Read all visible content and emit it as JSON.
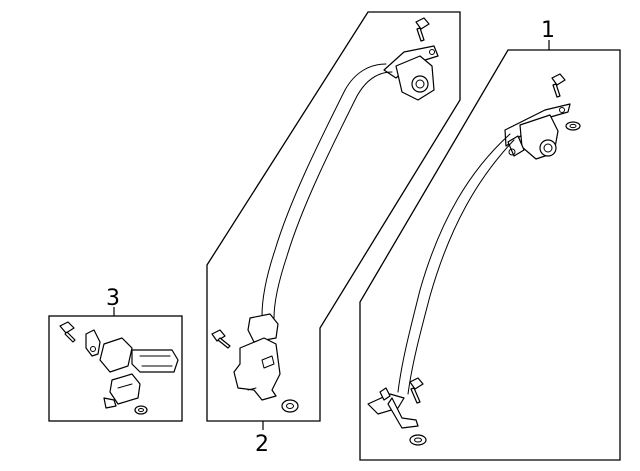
{
  "callouts": {
    "part1": "1",
    "part2": "2",
    "part3": "3"
  },
  "colors": {
    "line": "#000000",
    "background": "#ffffff"
  }
}
